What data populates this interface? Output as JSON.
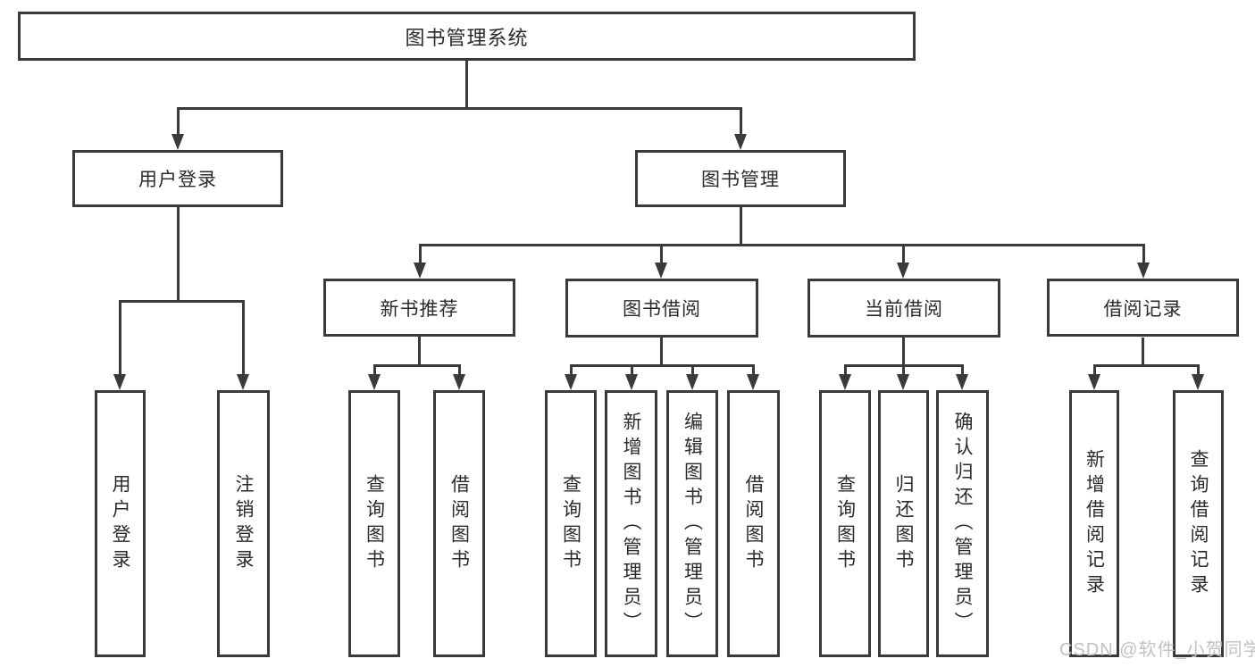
{
  "diagram": {
    "title_box": "图书管理系统",
    "level2": {
      "user_login": "用户登录",
      "book_mgmt": "图书管理"
    },
    "level3": {
      "new_books": "新书推荐",
      "book_borrow": "图书借阅",
      "current_borrow": "当前借阅",
      "borrow_records": "借阅记录"
    },
    "leaves": {
      "user_login": [
        "用户登录",
        "注销登录"
      ],
      "new_books": [
        "查询图书",
        "借阅图书"
      ],
      "book_borrow": [
        "查询图书",
        "新增图书（管理员）",
        "编辑图书（管理员）",
        "借阅图书"
      ],
      "current_borrow": [
        "查询图书",
        "归还图书",
        "确认归还（管理员）"
      ],
      "borrow_records": [
        "新增借阅记录",
        "查询借阅记录"
      ]
    },
    "colors": {
      "line": "#3a3a3a",
      "box_border": "#3a3a3a",
      "text": "#2b2b2b",
      "background": "#ffffff"
    }
  },
  "watermark": {
    "text": "CSDN @软件_小贺同学",
    "color": "#bfc3c7"
  }
}
